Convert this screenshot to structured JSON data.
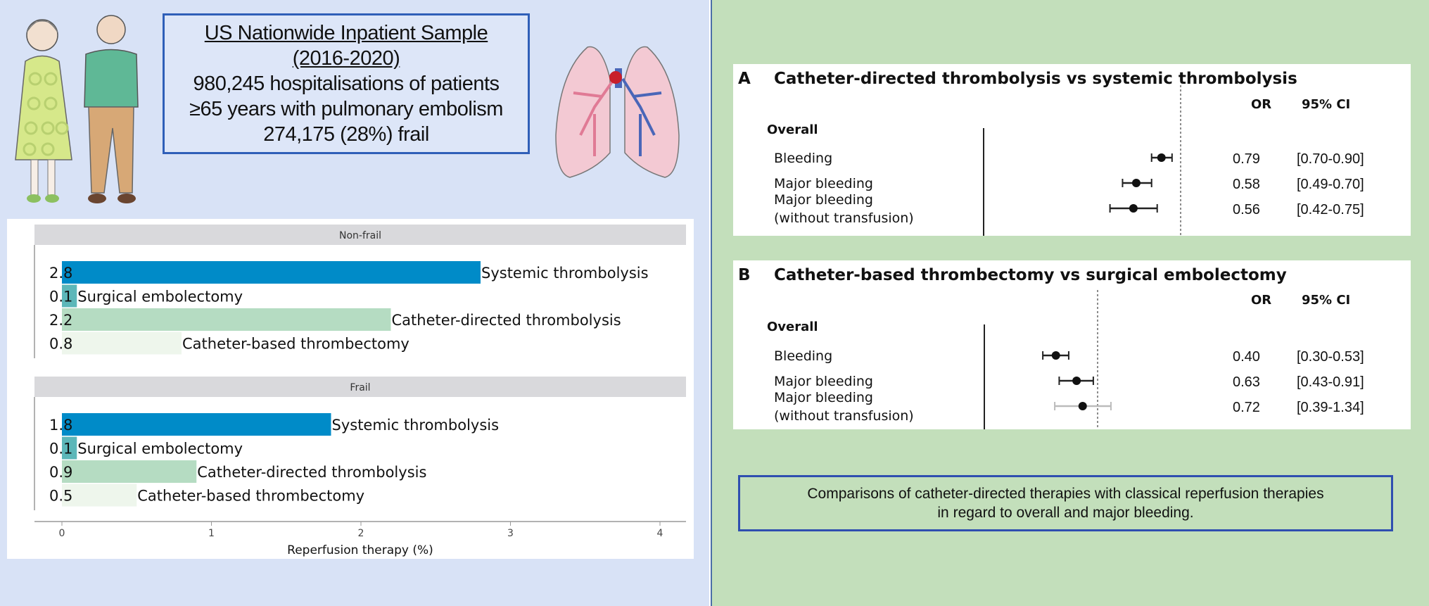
{
  "colors": {
    "left_background": "#d8e2f6",
    "right_background": "#c3dfbb",
    "box_border": "#2f5fb8",
    "systemic": "#008bc8",
    "surgical": "#5cb7b9",
    "cdt": "#b5dcc2",
    "cbt": "#eef6ec"
  },
  "study_box": {
    "line1": "US Nationwide Inpatient Sample",
    "line2": "(2016-2020)",
    "line3": "980,245 hospitalisations of patients",
    "line4": "≥65 years with pulmonary embolism",
    "line5": "274,175 (28%) frail"
  },
  "icons": {
    "people": "elderly-couple-illustration",
    "lungs": "lungs-embolism-illustration"
  },
  "caption": {
    "line1": "Comparisons of catheter-directed therapies with classical reperfusion therapies",
    "line2": "in regard to overall and major bleeding."
  },
  "chart_data": [
    {
      "type": "bar",
      "orientation": "horizontal",
      "xlabel": "Reperfusion therapy (%)",
      "xlim": [
        0,
        4.2
      ],
      "xticks": [
        "0",
        "1",
        "2",
        "3",
        "4"
      ],
      "facets": [
        {
          "title": "Non-frail",
          "bars": [
            {
              "label": "Systemic thrombolysis",
              "value": 2.8,
              "value_label": "2.8",
              "color_key": "systemic"
            },
            {
              "label": "Surgical embolectomy",
              "value": 0.1,
              "value_label": "0.1",
              "color_key": "surgical"
            },
            {
              "label": "Catheter-directed thrombolysis",
              "value": 2.2,
              "value_label": "2.2",
              "color_key": "cdt"
            },
            {
              "label": "Catheter-based thrombectomy",
              "value": 0.8,
              "value_label": "0.8",
              "color_key": "cbt"
            }
          ]
        },
        {
          "title": "Frail",
          "bars": [
            {
              "label": "Systemic thrombolysis",
              "value": 1.8,
              "value_label": "1.8",
              "color_key": "systemic"
            },
            {
              "label": "Surgical embolectomy",
              "value": 0.1,
              "value_label": "0.1",
              "color_key": "surgical"
            },
            {
              "label": "Catheter-directed thrombolysis",
              "value": 0.9,
              "value_label": "0.9",
              "color_key": "cdt"
            },
            {
              "label": "Catheter-based thrombectomy",
              "value": 0.5,
              "value_label": "0.5",
              "color_key": "cbt"
            }
          ]
        }
      ]
    },
    {
      "type": "forest",
      "panel": "A",
      "title": "Catheter-directed thrombolysis vs systemic thrombolysis",
      "scale": "log",
      "xlim": [
        0.089,
        3.5
      ],
      "reference": 1,
      "col_or": "OR",
      "col_ci": "95% CI",
      "group": "Overall",
      "rows": [
        {
          "label": [
            "Bleeding"
          ],
          "or": 0.79,
          "lo": 0.7,
          "hi": 0.9,
          "or_text": "0.79",
          "ci_text": "[0.70-0.90]",
          "faded": false
        },
        {
          "label": [
            "Major bleeding"
          ],
          "or": 0.58,
          "lo": 0.49,
          "hi": 0.7,
          "or_text": "0.58",
          "ci_text": "[0.49-0.70]",
          "faded": false
        },
        {
          "label": [
            "Major bleeding",
            "(without transfusion)"
          ],
          "or": 0.56,
          "lo": 0.42,
          "hi": 0.75,
          "or_text": "0.56",
          "ci_text": "[0.42-0.75]",
          "faded": false
        }
      ]
    },
    {
      "type": "forest",
      "panel": "B",
      "title": "Catheter-based thrombectomy vs surgical embolectomy",
      "scale": "log",
      "xlim": [
        0.083,
        8
      ],
      "reference": 1,
      "col_or": "OR",
      "col_ci": "95% CI",
      "group": "Overall",
      "rows": [
        {
          "label": [
            "Bleeding"
          ],
          "or": 0.4,
          "lo": 0.3,
          "hi": 0.53,
          "or_text": "0.40",
          "ci_text": "[0.30-0.53]",
          "faded": false
        },
        {
          "label": [
            "Major bleeding"
          ],
          "or": 0.63,
          "lo": 0.43,
          "hi": 0.91,
          "or_text": "0.63",
          "ci_text": "[0.43-0.91]",
          "faded": false
        },
        {
          "label": [
            "Major bleeding",
            "(without transfusion)"
          ],
          "or": 0.72,
          "lo": 0.39,
          "hi": 1.34,
          "or_text": "0.72",
          "ci_text": "[0.39-1.34]",
          "faded": true
        }
      ]
    }
  ]
}
